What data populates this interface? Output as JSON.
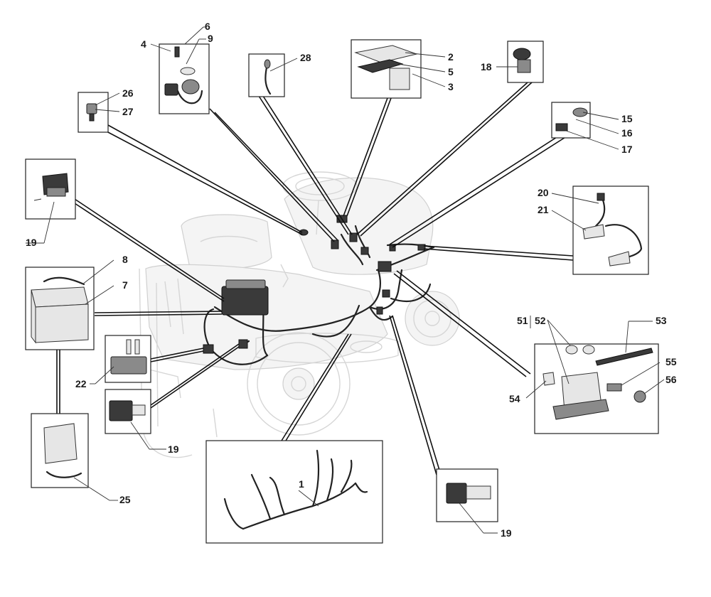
{
  "callouts": {
    "c1": "1",
    "c2": "2",
    "c3": "3",
    "c4": "4",
    "c5": "5",
    "c6": "6",
    "c7": "7",
    "c8": "8",
    "c9": "9",
    "c15": "15",
    "c16": "16",
    "c17": "17",
    "c18": "18",
    "c19a": "19",
    "c19b": "19",
    "c19c": "19",
    "c20": "20",
    "c21": "21",
    "c22": "22",
    "c25": "25",
    "c26": "26",
    "c27": "27",
    "c28": "28",
    "c51": "51",
    "c52": "52",
    "c53": "53",
    "c54": "54",
    "c55": "55",
    "c56": "56"
  },
  "icons": {
    "tractor": "ride-on-mower-outline",
    "harness": "wiring-harness",
    "battery": "battery",
    "charger": "battery-charger",
    "relay": "relay-switch",
    "ignition": "ignition-key-switch",
    "control_unit": "control-unit",
    "pto_switch": "pto-switch",
    "push_switch": "push-switch",
    "lamp": "headlamp-bulb",
    "fuse": "fuse-holder"
  }
}
